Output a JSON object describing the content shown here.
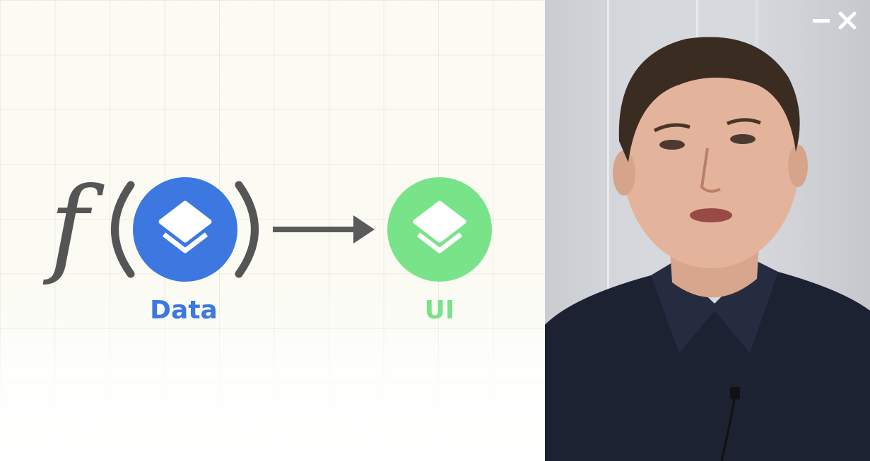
{
  "diagram": {
    "function_symbol": "f",
    "input": {
      "label": "Data",
      "color": "#3c78e0",
      "icon": "layers-icon"
    },
    "output": {
      "label": "UI",
      "color": "#79e38a",
      "icon": "layers-icon"
    },
    "arrow_color": "#5a5a5a",
    "symbol_color": "#555555"
  },
  "player_controls": {
    "minimize_icon": "minimize-icon",
    "close_icon": "close-icon"
  }
}
